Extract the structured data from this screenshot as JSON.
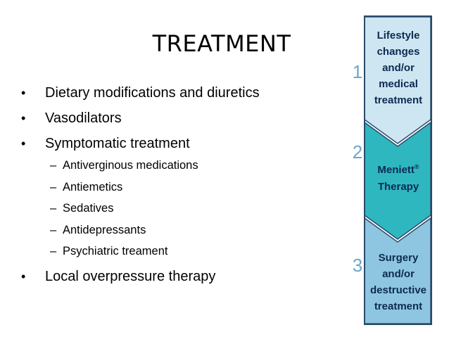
{
  "slide": {
    "title": "TREATMENT",
    "bullets": [
      {
        "text": "Dietary modifications and diuretics"
      },
      {
        "text": "Vasodilators"
      },
      {
        "text": "Symptomatic treatment",
        "subitems": [
          "Antiverginous medications",
          "Antiemetics",
          "Sedatives",
          "Antidepressants",
          "Psychiatric treament"
        ]
      },
      {
        "text": "Local overpressure therapy"
      }
    ],
    "bullet_symbol": "•",
    "sub_bullet_symbol": "–"
  },
  "diagram": {
    "steps": [
      {
        "number": "1",
        "lines": [
          "Lifestyle",
          "changes",
          "and/or",
          "medical",
          "treatment"
        ]
      },
      {
        "number": "2",
        "lines": [
          "Meniett",
          "Therapy"
        ],
        "superscript": "®"
      },
      {
        "number": "3",
        "lines": [
          "Surgery",
          "and/or",
          "destructive",
          "treatment"
        ]
      }
    ],
    "colors": {
      "step1": "#cde6f2",
      "step2": "#2fb7c0",
      "step3": "#8ec6e1",
      "border": "#2a4a6a",
      "text": "#0c2a50",
      "number": "#6fa6c6"
    }
  }
}
